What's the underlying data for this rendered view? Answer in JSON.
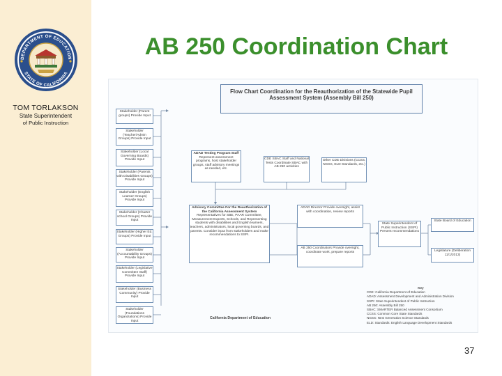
{
  "slide": {
    "title": "AB 250 Coordination Chart",
    "page_number": "37"
  },
  "sidebar": {
    "seal_top_text": "DEPARTMENT OF EDUCATION",
    "seal_bottom_text": "STATE OF CALIFORNIA",
    "name": "TOM TORLAKSON",
    "title": "State Superintendent",
    "dept": "of Public Instruction"
  },
  "flowchart": {
    "header": "Flow Chart Coordination for the Reauthorization of the Statewide Pupil Assessment System (Assembly Bill 250)",
    "stakeholders": [
      "Stakeholder (Parent groups) Provide Input",
      "Stakeholder (Teacher/Admin Groups) Provide Input",
      "Stakeholder (Local Governing Boards) Provide Input",
      "Stakeholder (Parents with Disabilities Groups) Provide Input",
      "Stakeholder (English Learner Groups) Provide Input",
      "Stakeholder (Charter school Groups) Provide Input",
      "Stakeholder (Higher Ed. Groups) Provide Input",
      "Stakeholder (Accountability Groups) Provide Input",
      "Stakeholder (Legislative Committee Staff) Provide Input",
      "Stakeholder (Business Community) Provide Input",
      "Stakeholder (Foundations Organizations) Provide Input"
    ],
    "adad_staff": "ADAD Testing Program Staff",
    "adad_body": "Represent assessment programs, host stakeholder groups, staff advisory meetings as needed, etc.",
    "sbac_staff": "CDE SBAC Staff and National Tests Coordinate SBAC with AB 250 activities",
    "ccss": "Other CDE Divisions (CCSS, NGSS, ELD Standards, etc.)",
    "advisory_title": "Advisory Committee For the Reauthorization of the California Assessment System",
    "advisory_body": "Representatives for SBE, PAAR Committee, Measurement Experts, Schools, and Representing students with disabilities and English learners, teachers, administrators, local governing boards, and parents. Consider input from stakeholders and make recommendations to SSPI.",
    "adad_director": "ADAD Director Provide oversight, assist with coordination, review reports",
    "ab250_coord": "AB 250 Coordinators Provide oversight, coordinate work, prepare reports",
    "sspi": "State Superintendent of Public Instruction (SSPI) Present recommendations",
    "sbe": "State Board of Education",
    "legislature": "Legislature (Deliberation 11/1/2013)",
    "cde_footer": "California Department of Education",
    "key": {
      "title": "Key",
      "lines": [
        "CDE: California Department of Education",
        "ADAD: Assessment Development and Administration Division",
        "SSPI: State Superintendent of Public Instruction",
        "AB 250: Assembly Bill 250",
        "SBAC: SMARTER Balanced Assessment Consortium",
        "CCSS: Common Core State Standards",
        "NGSS: Next Generation Science Standards",
        "ELD: Standards: English Language Development Standards"
      ]
    }
  }
}
